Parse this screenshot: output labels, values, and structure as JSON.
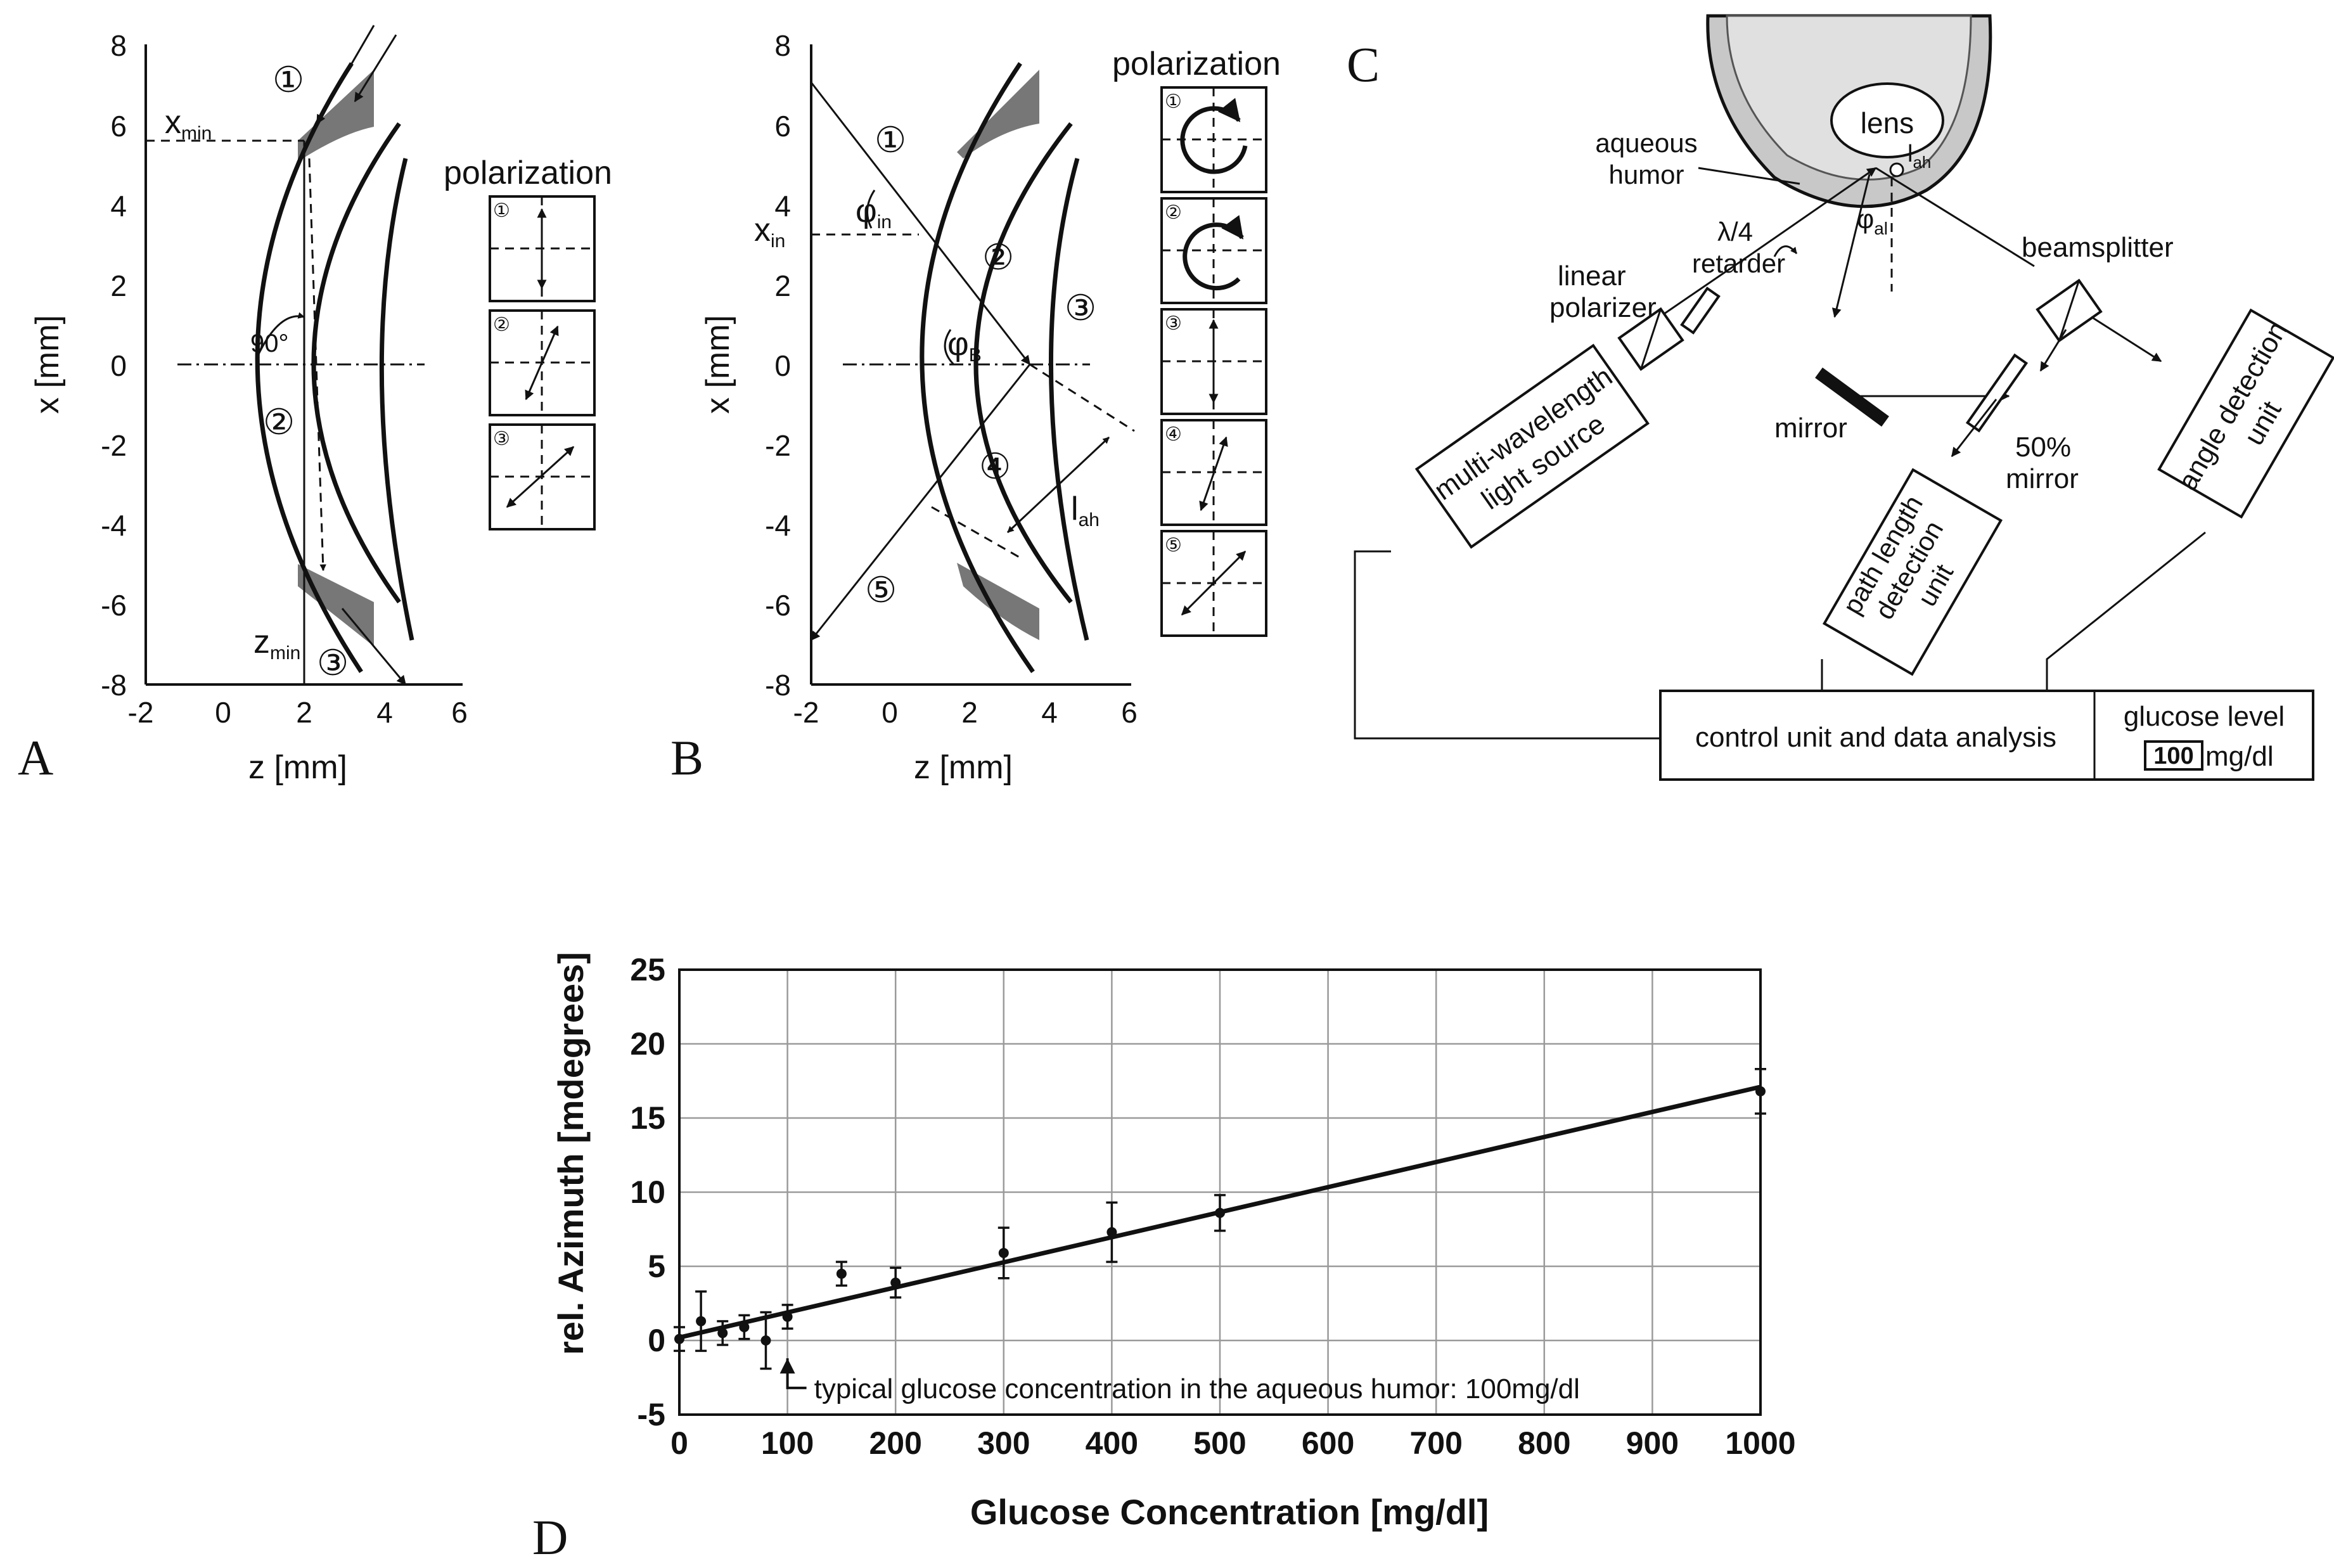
{
  "panel_labels": {
    "A": "A",
    "B": "B",
    "C": "C",
    "D": "D"
  },
  "panelA": {
    "x_ticks": [
      "-2",
      "0",
      "2",
      "4",
      "6"
    ],
    "y_ticks": [
      "8",
      "6",
      "4",
      "2",
      "0",
      "-2",
      "-4",
      "-6",
      "-8"
    ],
    "xlabel": "z [mm]",
    "ylabel": "x [mm]",
    "x_min_label": "x",
    "x_min_sub": "min",
    "z_min_label": "z",
    "z_min_sub": "min",
    "angle_label": "90°",
    "markers": [
      "①",
      "②",
      "③"
    ],
    "polarization_title": "polarization",
    "polarization_boxes": [
      "①",
      "②",
      "③"
    ]
  },
  "panelB": {
    "x_ticks": [
      "-2",
      "0",
      "2",
      "4",
      "6"
    ],
    "y_ticks": [
      "8",
      "6",
      "4",
      "2",
      "0",
      "-2",
      "-4",
      "-6",
      "-8"
    ],
    "xlabel": "z [mm]",
    "ylabel": "x [mm]",
    "x_in_label": "x",
    "x_in_sub": "in",
    "phi_in_label": "φ",
    "phi_in_sub": "in",
    "phi_b_label": "φ",
    "phi_b_sub": "B",
    "l_ah_label": "l",
    "l_ah_sub": "ah",
    "markers": [
      "①",
      "②",
      "③",
      "④",
      "⑤"
    ],
    "polarization_title": "polarization",
    "polarization_boxes": [
      "①",
      "②",
      "③",
      "④",
      "⑤"
    ]
  },
  "panelC": {
    "lens": "lens",
    "aqueous_line1": "aqueous",
    "aqueous_line2": "humor",
    "l_ah": "l",
    "l_ah_sub": "ah",
    "phi_al": "φ",
    "phi_al_sub": "al",
    "retarder_line1": "λ/4",
    "retarder_line2": "retarder",
    "polarizer_line1": "linear",
    "polarizer_line2": "polarizer",
    "beamsplitter": "beamsplitter",
    "source_line1": "multi-wavelength",
    "source_line2": "light source",
    "mirror": "mirror",
    "half_mirror_line1": "50%",
    "half_mirror_line2": "mirror",
    "angle_unit_line1": "angle detection",
    "angle_unit_line2": "unit",
    "path_unit_line1": "path length",
    "path_unit_line2": "detection",
    "path_unit_line3": "unit",
    "control": "control unit and data analysis",
    "glucose_title": "glucose level",
    "glucose_value": "100",
    "glucose_unit": "mg/dl"
  },
  "chart_data": {
    "type": "scatter",
    "xlabel": "Glucose Concentration [mg/dl]",
    "ylabel": "rel. Azimuth [mdegrees]",
    "xlim": [
      0,
      1000
    ],
    "ylim": [
      -5,
      25
    ],
    "x_ticks": [
      0,
      100,
      200,
      300,
      400,
      500,
      600,
      700,
      800,
      900,
      1000
    ],
    "y_ticks": [
      -5,
      0,
      5,
      10,
      15,
      20,
      25
    ],
    "grid": true,
    "points": [
      {
        "x": 0,
        "y": 0.1,
        "err": 0.8
      },
      {
        "x": 20,
        "y": 1.3,
        "err": 2.0
      },
      {
        "x": 40,
        "y": 0.5,
        "err": 0.8
      },
      {
        "x": 60,
        "y": 0.9,
        "err": 0.8
      },
      {
        "x": 80,
        "y": 0.0,
        "err": 1.9
      },
      {
        "x": 100,
        "y": 1.6,
        "err": 0.8
      },
      {
        "x": 150,
        "y": 4.5,
        "err": 0.8
      },
      {
        "x": 200,
        "y": 3.9,
        "err": 1.0
      },
      {
        "x": 300,
        "y": 5.9,
        "err": 1.7
      },
      {
        "x": 400,
        "y": 7.3,
        "err": 2.0
      },
      {
        "x": 500,
        "y": 8.6,
        "err": 1.2
      },
      {
        "x": 1000,
        "y": 16.8,
        "err": 1.5
      }
    ],
    "fit_line": {
      "x": [
        0,
        1000
      ],
      "y": [
        0.2,
        17.1
      ]
    },
    "annotation": "typical glucose concentration in the aqueous humor: 100mg/dl",
    "annotation_x": 100
  }
}
